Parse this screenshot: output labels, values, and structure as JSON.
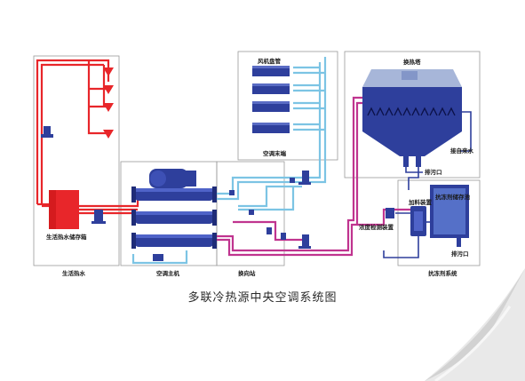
{
  "caption": "多联冷热源中央空调系统图",
  "colors": {
    "hot": "#e8262a",
    "cool": "#7cc4e4",
    "magenta": "#c0348f",
    "equipment": "#2e3f9c",
    "tower_top": "#a7b6d9",
    "tank_red": "#e8262a"
  },
  "labels": {
    "hot_water_storage": "生活热水储存箱",
    "domestic_hot_water": "生活热水",
    "ac_host": "空调主机",
    "exchange_station": "换向站",
    "ac_terminal": "空调末端",
    "fan_coil": "风机盘管",
    "cooling_tower": "换热塔",
    "tap_water": "接自来水",
    "drain_1": "排污口",
    "drain_2": "排污口",
    "dosing_device": "加料装置",
    "concentration_device": "浓度检测装置",
    "antifreeze_tank": "抗冻剂储存池",
    "antifreeze_system": "抗冻剂系统"
  },
  "icons": [
    "sprinkler-icon",
    "pump-icon",
    "valve-icon",
    "page-curl-icon"
  ]
}
